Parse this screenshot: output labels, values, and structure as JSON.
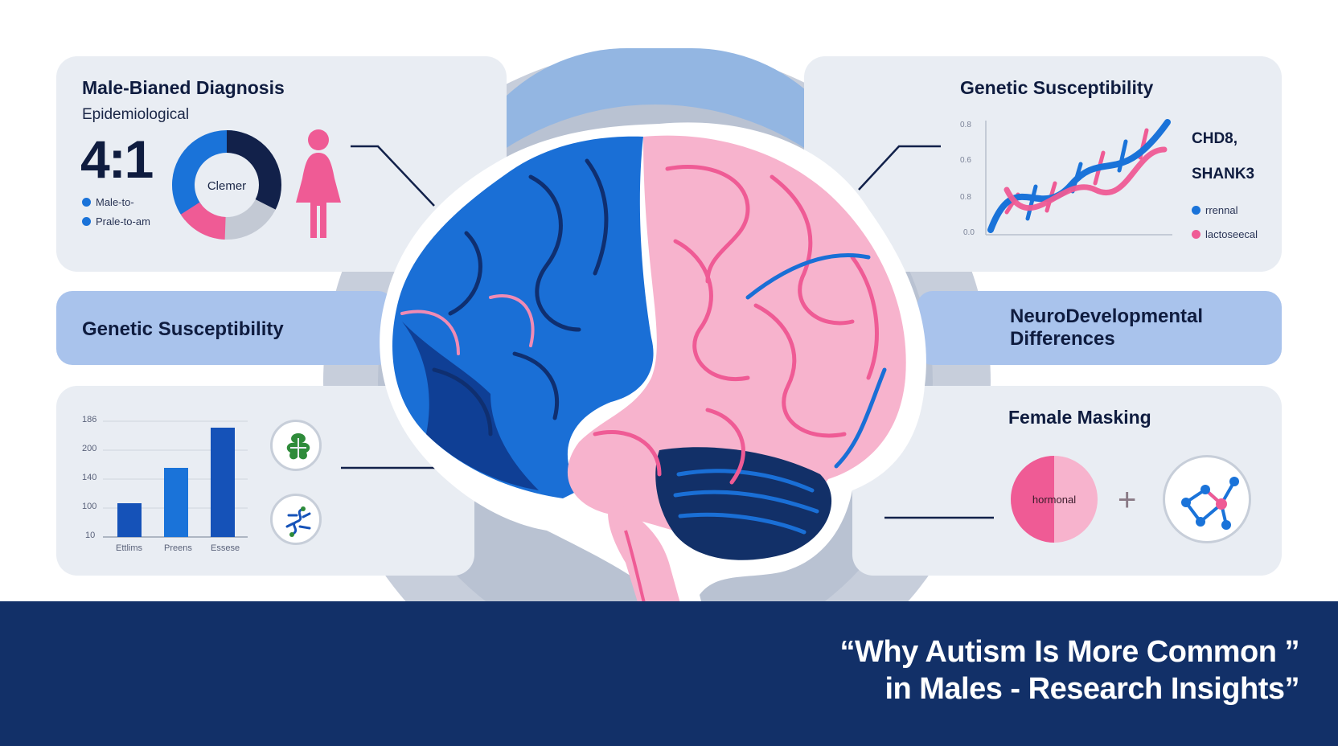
{
  "panels": {
    "top_left": {
      "title": "Male-Bianed Diagnosis",
      "subtitle": "Epidemiological",
      "ratio": "4:1",
      "donut_label": "Clemer",
      "legend": [
        "Male-to-",
        "Prale-to-am"
      ]
    },
    "top_right": {
      "title": "Genetic Susceptibility",
      "genes": [
        "CHD8,",
        "SHANK3"
      ],
      "ticks": [
        "0.8",
        "0.6",
        "0.8",
        "0.0"
      ],
      "legend": [
        "rrennal",
        "lactoseecal"
      ]
    },
    "band_left": {
      "title": "Genetic Susceptibility"
    },
    "band_right": {
      "title_line1": "NeuroDevelopmental",
      "title_line2": "Differences"
    },
    "bottom_left": {
      "ticks": [
        "186",
        "200",
        "140",
        "100",
        "10"
      ],
      "categories": [
        "Ettlims",
        "Preens",
        "Essese"
      ]
    },
    "bottom_right": {
      "title": "Female Masking",
      "circle_label": "hormonal",
      "operator": "+"
    }
  },
  "headline": {
    "line1": "“Why Autism Is More Common ”",
    "line2": "in Males - Research Insights”"
  },
  "colors": {
    "navy": "#123068",
    "blue": "#1a73d9",
    "pink": "#ef5b95",
    "light_pink": "#f7b3cd",
    "panel": "#e9edf3",
    "band": "#a9c3ec"
  }
}
